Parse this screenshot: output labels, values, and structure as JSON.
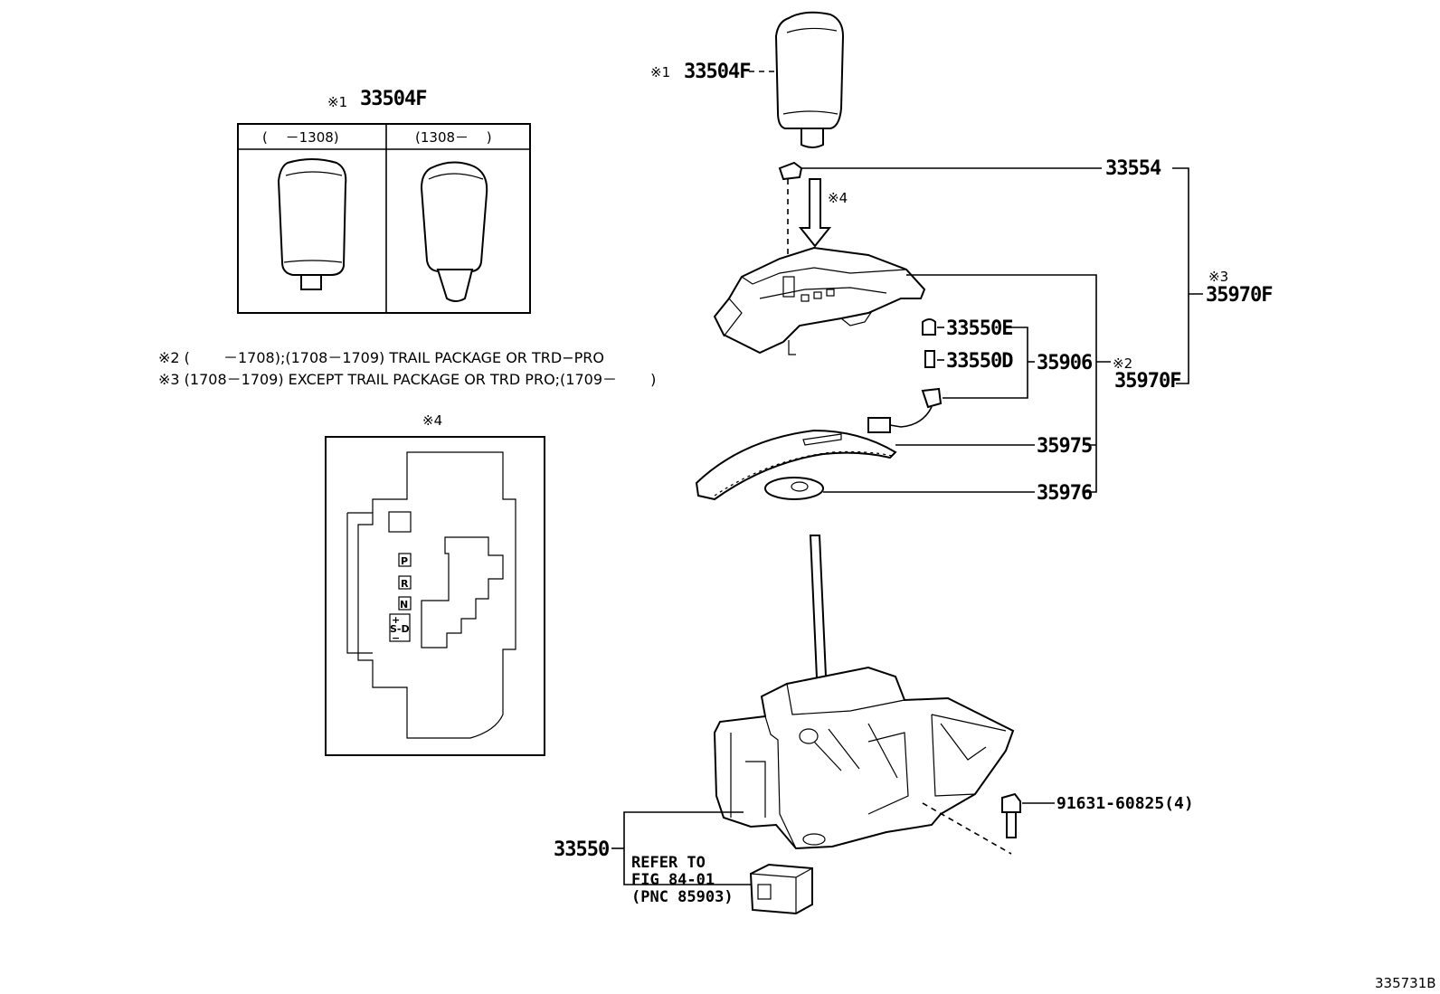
{
  "callouts": {
    "knob_main_marker": "※1",
    "knob_main_pn": "33504F",
    "knob_inset_marker": "※1",
    "knob_inset_pn": "33504F",
    "inset_col1": "(　 －1308)",
    "inset_col2": "(1308－　 )",
    "bulb_holder_pn": "33554",
    "arrow_marker": "※4",
    "assy_marker3": "※3",
    "assy_pn3": "35970F",
    "assy_marker2": "※2",
    "assy_pn2": "35970F",
    "bulb_e_pn": "33550E",
    "bulb_d_pn": "33550D",
    "wire_pn": "35906",
    "indicator_pn": "35975",
    "plate_pn": "35976",
    "bolt_pn": "91631-60825(4)",
    "shifter_pn": "33550",
    "refer_line1": "REFER TO",
    "refer_line2": "FIG 84-01",
    "refer_line3": "(PNC 85903)",
    "inset4_title": "※4",
    "figure_id": "335731B"
  },
  "notes": {
    "note2": "※2 (　　  －1708);(1708－1709) TRAIL PACKAGE OR TRD−PRO",
    "note3": "※3 (1708－1709) EXCEPT TRAIL PACKAGE OR TRD PRO;(1709－　　 )"
  },
  "gate_labels": {
    "p": "P",
    "r": "R",
    "n": "N",
    "plus": "+",
    "sd": "S-D",
    "minus": "−"
  }
}
